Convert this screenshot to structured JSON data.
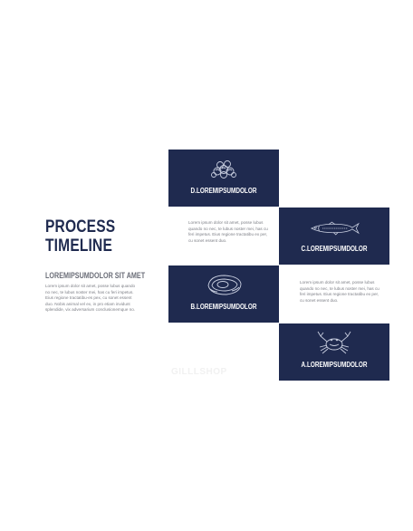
{
  "title": {
    "line1": "PROCESS",
    "line2": "TIMELINE"
  },
  "subtitle": "LOREMIPSUMDOLOR SIT AMET",
  "body_left": "Lorem ipsum dolor sit amet, posse lubus quando no nec, te lubus noster mei, has cu feri impetus. Eius regione tractatibu-es pex, cu sonet essent duo. Nobis animal vel ex, in pro etiam invidunt splendide, vix adversarium conclusionemque no.",
  "body_mid": "Lorem ipsum dolor sit amet, posse lubus quando no nec, te lubus noster mei, has cu feri impetus. Eius regione tractatibu ex per, cu sonet essent duo.",
  "body_right": "Lorem ipsum dolor sit amet, posse lubus quando no nec, te lubus noster mei, has cu feri impetus. Eius regione tractatibu ex per, cu sonet essent duo.",
  "cards": {
    "d": {
      "label": "D.LOREMIPSUMDOLOR",
      "icon": "shellfish-pile-icon"
    },
    "c": {
      "label": "C.LOREMIPSUMDOLOR",
      "icon": "fish-icon"
    },
    "b": {
      "label": "B.LOREMIPSUMDOLOR",
      "icon": "oyster-icon"
    },
    "a": {
      "label": "A.LOREMIPSUMDOLOR",
      "icon": "crab-icon"
    }
  },
  "watermark": "GILLLSHOP",
  "colors": {
    "navy": "#1f2a4f",
    "text": "#7d7f86",
    "subtitle": "#6b6e78"
  }
}
